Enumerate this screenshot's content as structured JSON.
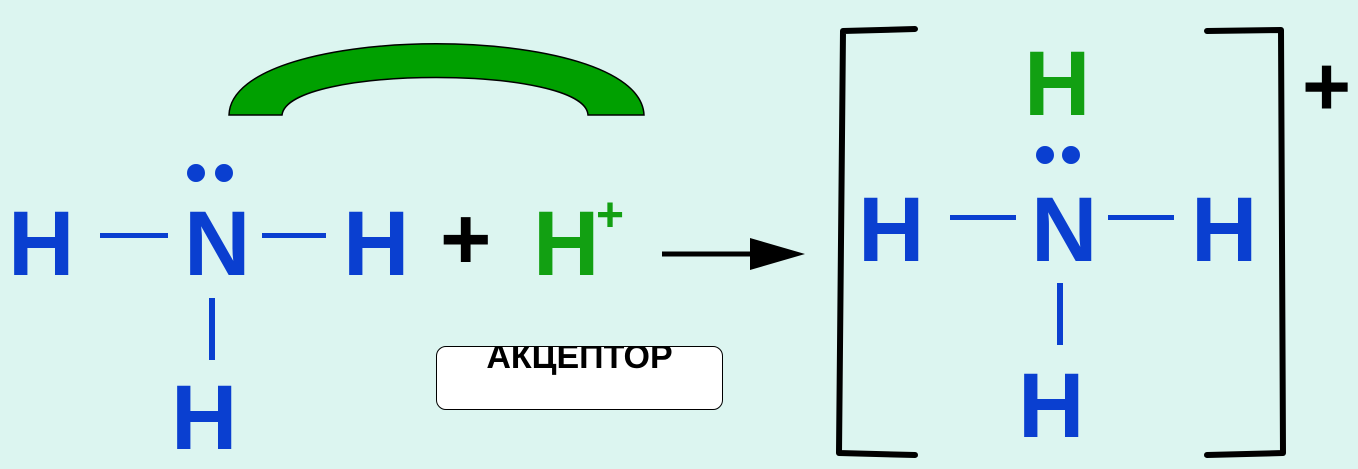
{
  "colors": {
    "background": "#dcf5f0",
    "atom_blue": "#0a3fd0",
    "proton_green": "#12a012",
    "arc_green": "#00a000",
    "black": "#000000"
  },
  "reactant": {
    "h_left": "H",
    "n": "N",
    "h_right": "H",
    "h_bottom": "H",
    "lone_pair": "lone-pair-dots"
  },
  "plus_operator": "+",
  "proton": {
    "symbol": "H",
    "charge": "+"
  },
  "arrow": "reaction-arrow",
  "acceptor_label": "АКЦЕПТОР",
  "product": {
    "h_top": "H",
    "n": "N",
    "h_left": "H",
    "h_right": "H",
    "h_bottom": "H",
    "charge": "+"
  }
}
